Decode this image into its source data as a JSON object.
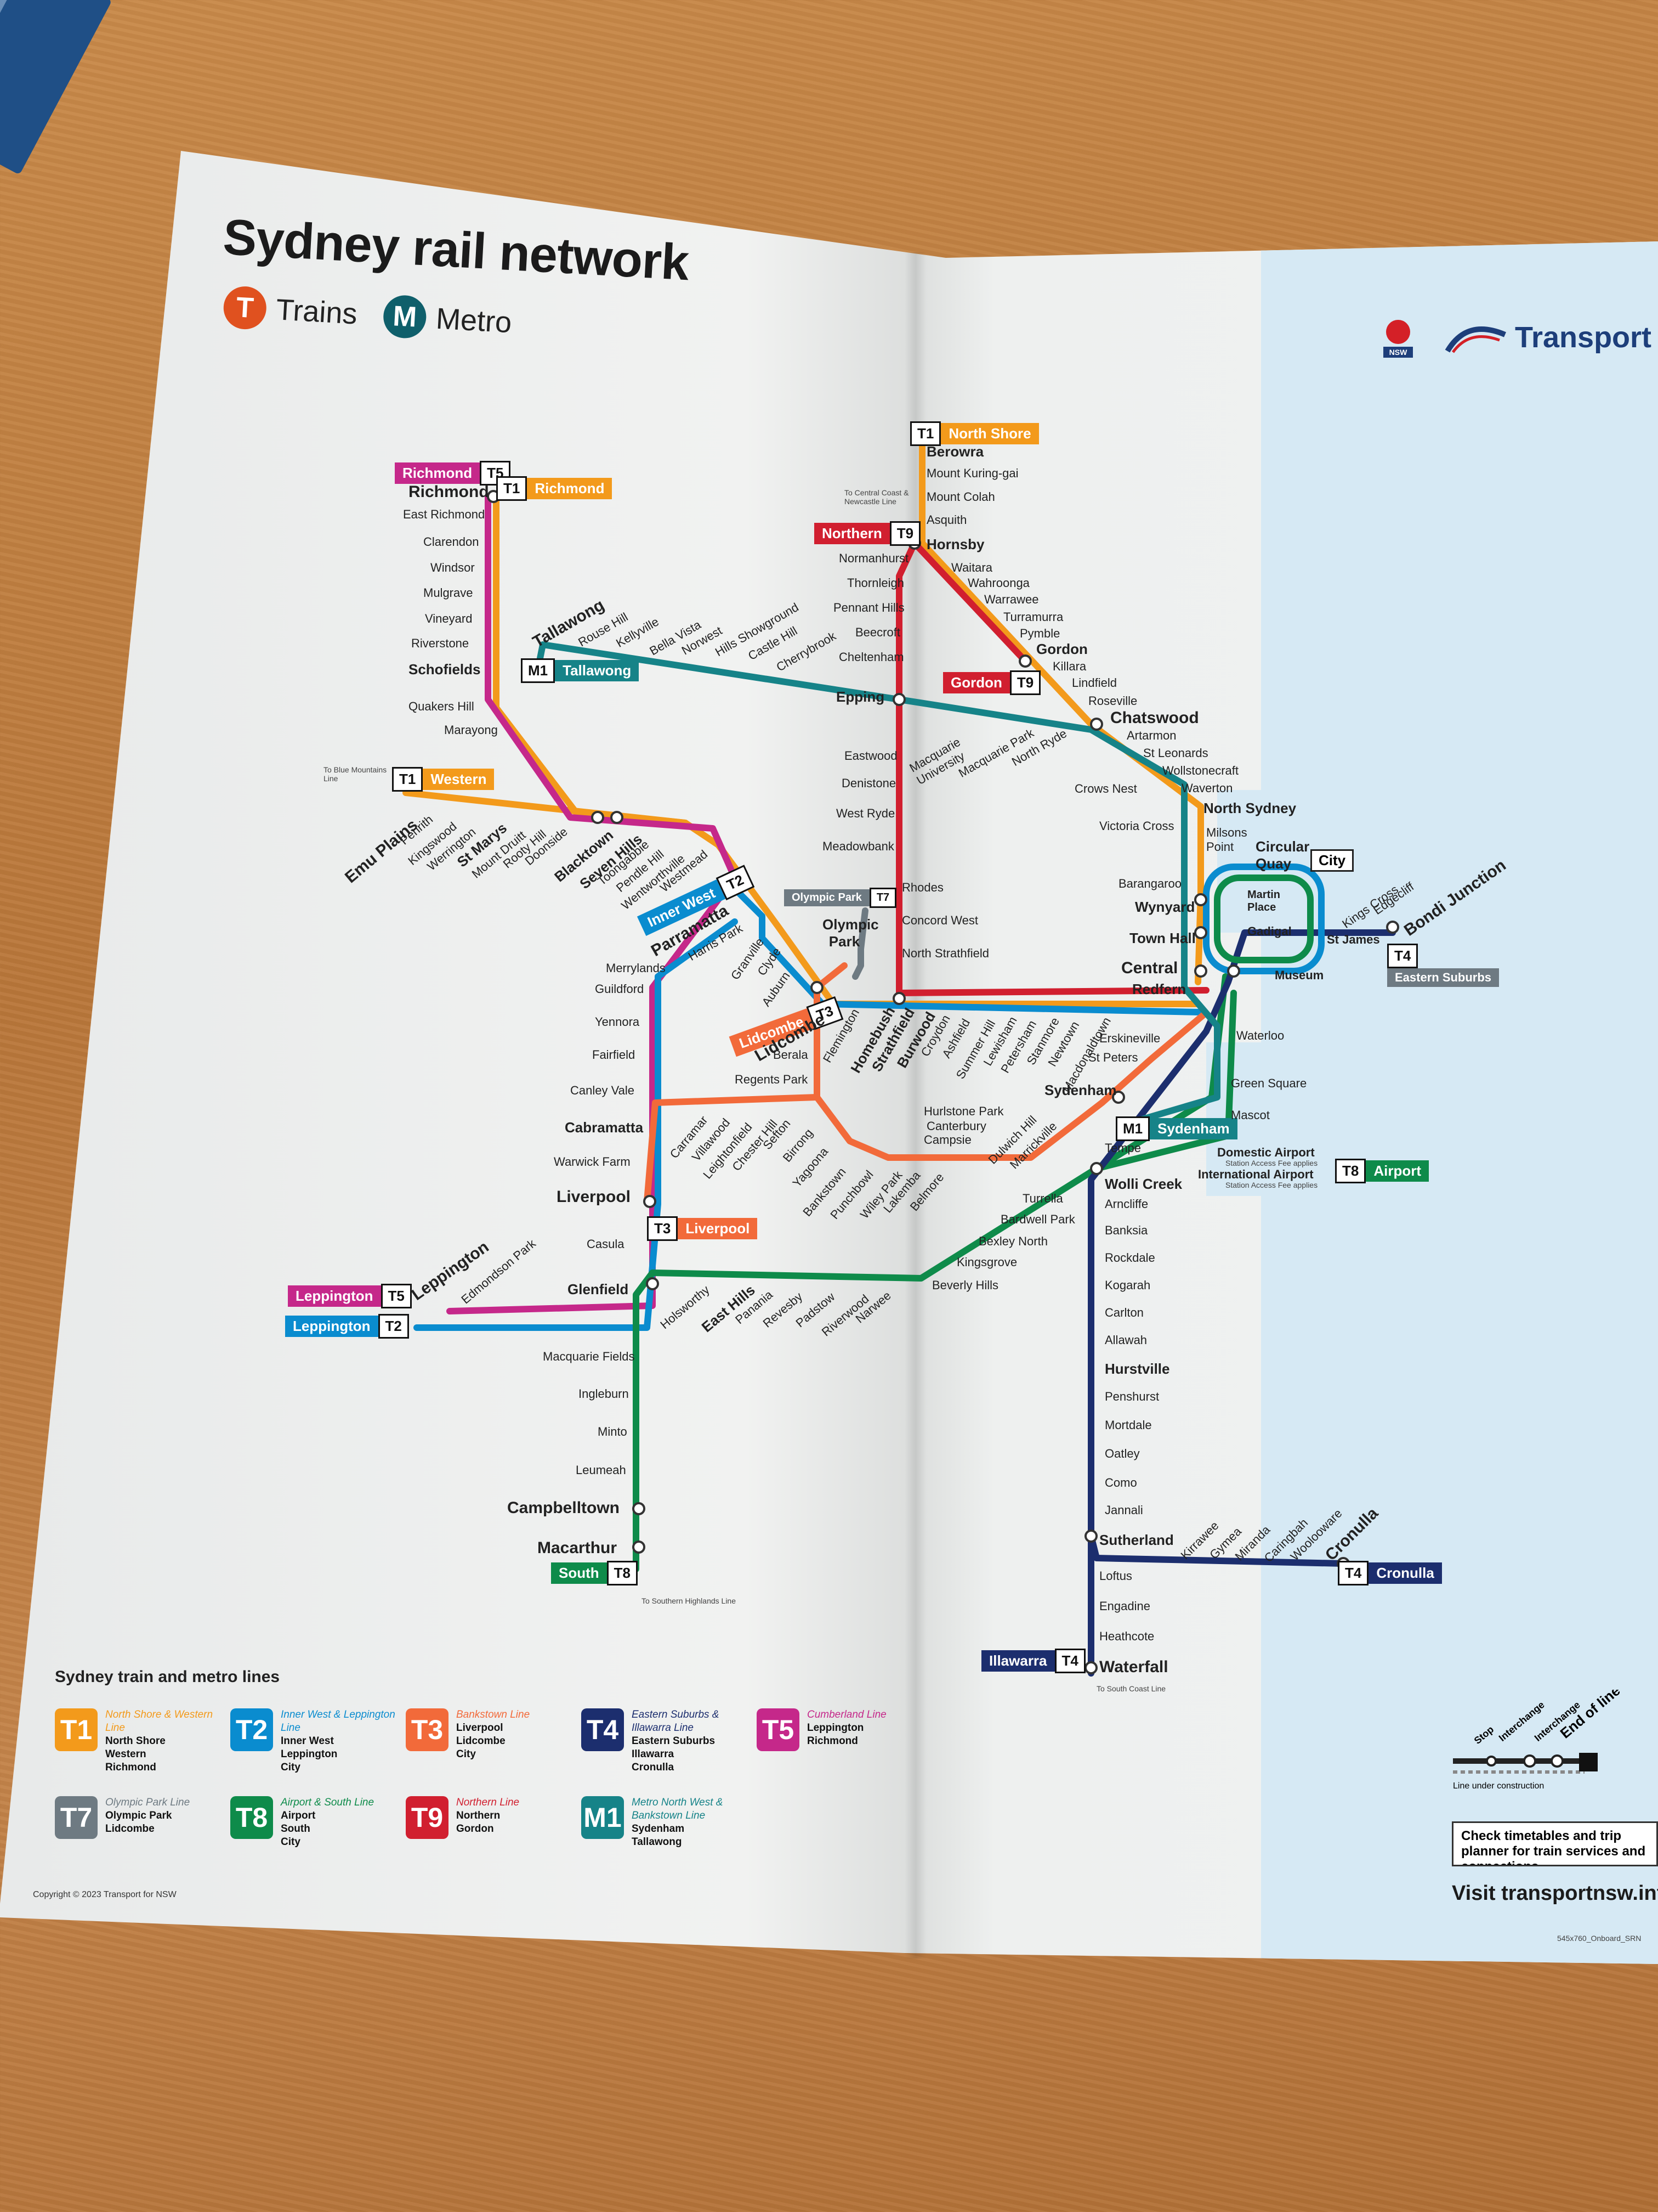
{
  "title": "Sydney rail network",
  "modes": [
    {
      "letter": "T",
      "label": "Trains",
      "color": "#e0511f"
    },
    {
      "letter": "M",
      "label": "Metro",
      "color": "#0f5f6b"
    }
  ],
  "brand": {
    "name": "Transport",
    "gov": "NSW"
  },
  "colors": {
    "T1": "#f39a1b",
    "T2": "#0a8ccf",
    "T3": "#f26a3a",
    "T4": "#1c2e6e",
    "T5": "#c5288a",
    "T7": "#6e7a82",
    "T8": "#0e8b4a",
    "T9": "#d11f2f",
    "M1": "#168388",
    "water": "#d6e9f4"
  },
  "line_labels": {
    "t1_north_shore": {
      "name": "North Shore",
      "code": "T1"
    },
    "t5_richmond": {
      "name": "Richmond",
      "code": "T5"
    },
    "t1_richmond": {
      "name": "Richmond",
      "code": "T1"
    },
    "t9_northern": {
      "name": "Northern",
      "code": "T9"
    },
    "m1_tallawong": {
      "name": "Tallawong",
      "code": "M1"
    },
    "t9_gordon": {
      "name": "Gordon",
      "code": "T9"
    },
    "t1_western": {
      "name": "Western",
      "code": "T1"
    },
    "t2_inner_west": {
      "name": "Inner West",
      "code": "T2"
    },
    "t7_olympic_park": {
      "name": "Olympic Park",
      "code": "T7"
    },
    "t3_lidcombe": {
      "name": "Lidcombe",
      "code": "T3"
    },
    "t3_liverpool": {
      "name": "Liverpool",
      "code": "T3"
    },
    "t5_leppington": {
      "name": "Leppington",
      "code": "T5"
    },
    "t2_leppington": {
      "name": "Leppington",
      "code": "T2"
    },
    "m1_sydenham": {
      "name": "Sydenham",
      "code": "M1"
    },
    "t8_airport": {
      "name": "Airport",
      "code": "T8"
    },
    "t4_eastern_suburbs": {
      "name": "Eastern Suburbs",
      "code": "T4"
    },
    "t4_cronulla": {
      "name": "Cronulla",
      "code": "T4"
    },
    "t4_illawarra": {
      "name": "Illawarra",
      "code": "T4"
    },
    "t8_south": {
      "name": "South",
      "code": "T8"
    }
  },
  "notes": {
    "blue_mountains": "To Blue Mountains Line",
    "central_coast": "To Central Coast & Newcastle Line",
    "southern_highlands": "To Southern Highlands Line",
    "south_coast": "To South Coast Line",
    "airport_fee": "Station Access Fee applies",
    "city": "City"
  },
  "stations": {
    "berowra": "Berowra",
    "mount_kuring_gai": "Mount Kuring-gai",
    "mount_colah": "Mount Colah",
    "asquith": "Asquith",
    "hornsby": "Hornsby",
    "waitara": "Waitara",
    "wahroonga": "Wahroonga",
    "warrawee": "Warrawee",
    "turramurra": "Turramurra",
    "pymble": "Pymble",
    "gordon": "Gordon",
    "killara": "Killara",
    "lindfield": "Lindfield",
    "roseville": "Roseville",
    "chatswood": "Chatswood",
    "artarmon": "Artarmon",
    "st_leonards": "St Leonards",
    "wollstonecraft": "Wollstonecraft",
    "waverton": "Waverton",
    "north_sydney": "North Sydney",
    "milsons_point": "Milsons Point",
    "normanhurst": "Normanhurst",
    "thornleigh": "Thornleigh",
    "pennant_hills": "Pennant Hills",
    "beecroft": "Beecroft",
    "cheltenham": "Cheltenham",
    "epping": "Epping",
    "eastwood": "Eastwood",
    "denistone": "Denistone",
    "west_ryde": "West Ryde",
    "meadowbank": "Meadowbank",
    "rhodes": "Rhodes",
    "concord_west": "Concord West",
    "north_strathfield": "North Strathfield",
    "richmond": "Richmond",
    "east_richmond": "East Richmond",
    "clarendon": "Clarendon",
    "windsor": "Windsor",
    "mulgrave": "Mulgrave",
    "vineyard": "Vineyard",
    "riverstone": "Riverstone",
    "schofields": "Schofields",
    "quakers_hill": "Quakers Hill",
    "marayong": "Marayong",
    "tallawong": "Tallawong",
    "rouse_hill": "Rouse Hill",
    "kellyville": "Kellyville",
    "bella_vista": "Bella Vista",
    "norwest": "Norwest",
    "hills_showground": "Hills Showground",
    "castle_hill": "Castle Hill",
    "cherrybrook": "Cherrybrook",
    "macquarie_university": "Macquarie University",
    "macquarie_park": "Macquarie Park",
    "north_ryde": "North Ryde",
    "emu_plains": "Emu Plains",
    "penrith": "Penrith",
    "kingswood": "Kingswood",
    "werrington": "Werrington",
    "st_marys": "St Marys",
    "mount_druitt": "Mount Druitt",
    "rooty_hill": "Rooty Hill",
    "doonside": "Doonside",
    "blacktown": "Blacktown",
    "seven_hills": "Seven Hills",
    "toongabbie": "Toongabbie",
    "pendle_hill": "Pendle Hill",
    "wentworthville": "Wentworthville",
    "westmead": "Westmead",
    "parramatta": "Parramatta",
    "harris_park": "Harris Park",
    "granville": "Granville",
    "clyde": "Clyde",
    "auburn": "Auburn",
    "lidcombe": "Lidcombe",
    "olympic_park": "Olympic Park",
    "flemington": "Flemington",
    "homebush": "Homebush",
    "strathfield": "Strathfield",
    "burwood": "Burwood",
    "croydon": "Croydon",
    "ashfield": "Ashfield",
    "summer_hill": "Summer Hill",
    "lewisham": "Lewisham",
    "petersham": "Petersham",
    "stanmore": "Stanmore",
    "newtown": "Newtown",
    "macdonaldtown": "Macdonaldtown",
    "redfern": "Redfern",
    "central": "Central",
    "erskineville": "Erskineville",
    "st_peters": "St Peters",
    "sydenham": "Sydenham",
    "crows_nest": "Crows Nest",
    "victoria_cross": "Victoria Cross",
    "barangaroo": "Barangaroo",
    "wynyard": "Wynyard",
    "town_hall": "Town Hall",
    "circular_quay": "Circular Quay",
    "martin_place": "Martin Place",
    "gadigal": "Gadigal",
    "st_james": "St James",
    "museum": "Museum",
    "kings_cross": "Kings Cross",
    "edgecliff": "Edgecliff",
    "bondi_junction": "Bondi Junction",
    "waterloo": "Waterloo",
    "green_square": "Green Square",
    "mascot": "Mascot",
    "domestic_airport": "Domestic Airport",
    "international_airport": "International Airport",
    "tempe": "Tempe",
    "wolli_creek": "Wolli Creek",
    "arncliffe": "Arncliffe",
    "banksia": "Banksia",
    "rockdale": "Rockdale",
    "kogarah": "Kogarah",
    "carlton": "Carlton",
    "allawah": "Allawah",
    "hurstville": "Hurstville",
    "penshurst": "Penshurst",
    "mortdale": "Mortdale",
    "oatley": "Oatley",
    "como": "Como",
    "jannali": "Jannali",
    "sutherland": "Sutherland",
    "loftus": "Loftus",
    "engadine": "Engadine",
    "heathcote": "Heathcote",
    "waterfall": "Waterfall",
    "kirrawee": "Kirrawee",
    "gymea": "Gymea",
    "miranda": "Miranda",
    "caringbah": "Caringbah",
    "woolooware": "Woolooware",
    "cronulla": "Cronulla",
    "merrylands": "Merrylands",
    "guildford": "Guildford",
    "yennora": "Yennora",
    "fairfield": "Fairfield",
    "canley_vale": "Canley Vale",
    "cabramatta": "Cabramatta",
    "warwick_farm": "Warwick Farm",
    "liverpool": "Liverpool",
    "casula": "Casula",
    "glenfield": "Glenfield",
    "leppington": "Leppington",
    "edmondson_park": "Edmondson Park",
    "macquarie_fields": "Macquarie Fields",
    "ingleburn": "Ingleburn",
    "minto": "Minto",
    "leumeah": "Leumeah",
    "campbelltown": "Campbelltown",
    "macarthur": "Macarthur",
    "berala": "Berala",
    "regents_park": "Regents Park",
    "carramar": "Carramar",
    "villawood": "Villawood",
    "leightonfield": "Leightonfield",
    "chester_hill": "Chester Hill",
    "sefton": "Sefton",
    "birrong": "Birrong",
    "yagoona": "Yagoona",
    "bankstown": "Bankstown",
    "punchbowl": "Punchbowl",
    "wiley_park": "Wiley Park",
    "lakemba": "Lakemba",
    "belmore": "Belmore",
    "campsie": "Campsie",
    "canterbury": "Canterbury",
    "hurlstone_park": "Hurlstone Park",
    "dulwich_hill": "Dulwich Hill",
    "marrickville": "Marrickville",
    "holsworthy": "Holsworthy",
    "east_hills": "East Hills",
    "panania": "Panania",
    "revesby": "Revesby",
    "padstow": "Padstow",
    "riverwood": "Riverwood",
    "narwee": "Narwee",
    "beverly_hills": "Beverly Hills",
    "kingsgrove": "Kingsgrove",
    "bexley_north": "Bexley North",
    "bardwell_park": "Bardwell Park",
    "turrella": "Turrella"
  },
  "legend": {
    "heading": "Sydney train and metro lines",
    "items": [
      {
        "code": "T1",
        "name": "North Shore & Western Line",
        "stops": [
          "North Shore",
          "Western",
          "Richmond"
        ]
      },
      {
        "code": "T2",
        "name": "Inner West & Leppington Line",
        "stops": [
          "Inner West",
          "Leppington",
          "City"
        ]
      },
      {
        "code": "T3",
        "name": "Bankstown Line",
        "stops": [
          "Liverpool",
          "Lidcombe",
          "City"
        ]
      },
      {
        "code": "T4",
        "name": "Eastern Suburbs & Illawarra Line",
        "stops": [
          "Eastern Suburbs",
          "Illawarra",
          "Cronulla"
        ]
      },
      {
        "code": "T5",
        "name": "Cumberland Line",
        "stops": [
          "Leppington",
          "Richmond"
        ]
      },
      {
        "code": "T7",
        "name": "Olympic Park Line",
        "stops": [
          "Olympic Park",
          "Lidcombe"
        ]
      },
      {
        "code": "T8",
        "name": "Airport & South Line",
        "stops": [
          "Airport",
          "South",
          "City"
        ]
      },
      {
        "code": "T9",
        "name": "Northern Line",
        "stops": [
          "Northern",
          "Gordon"
        ]
      },
      {
        "code": "M1",
        "name": "Metro North West & Bankstown Line",
        "stops": [
          "Sydenham",
          "Tallawong"
        ]
      }
    ]
  },
  "key": {
    "stop": "Stop",
    "interchange1": "Interchange",
    "interchange2": "Interchange",
    "end_of_line": "End of line",
    "under_construction": "Line under construction"
  },
  "info": "Check timetables and trip planner for train services and connections",
  "visit": "Visit transportnsw.info",
  "copyright": "Copyright © 2023 Transport for NSW",
  "print_code": "545x760_Onboard_SRN"
}
